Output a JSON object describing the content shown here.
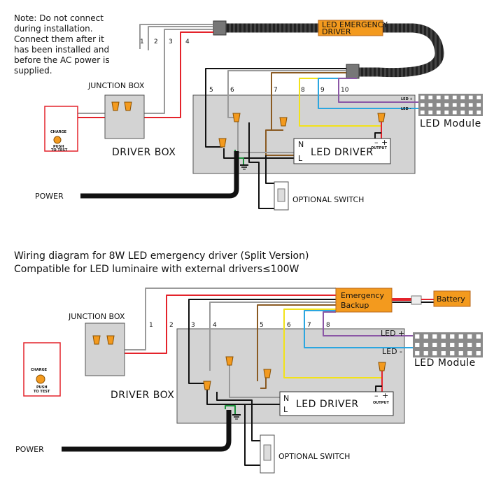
{
  "top": {
    "note": [
      "Note: Do not connect",
      "during installation.",
      "Connect them after it",
      "has been installed and",
      "before the AC power is",
      "supplied."
    ],
    "junction_box": "JUNCTION BOX",
    "driver_box": "DRIVER BOX",
    "led_driver": "LED DRIVER",
    "emergency": [
      "LED EMERGENCY",
      "DRIVER"
    ],
    "module": "LED  Module",
    "power": "POWER",
    "switch": "OPTIONAL SWITCH",
    "charge": "CHARGE",
    "push": [
      "PUSH",
      "TO TEST"
    ],
    "n": "N",
    "l": "L",
    "output": "OUTPUT",
    "plus": "+",
    "minus": "–",
    "led_plus": "LED +",
    "led_minus": "LED -",
    "wires": [
      "1",
      "2",
      "3",
      "4",
      "5",
      "6",
      "7",
      "8",
      "9",
      "10"
    ]
  },
  "caption": [
    "Wiring diagram for 8W LED emergency driver (Split Version)",
    "Compatible for LED luminaire with external drivers≤100W"
  ],
  "bottom": {
    "junction_box": "JUNCTION BOX",
    "driver_box": "DRIVER BOX",
    "led_driver": "LED DRIVER",
    "emergency": [
      "Emergency",
      "Backup"
    ],
    "battery": "Battery",
    "module": "LED  Module",
    "power": "POWER",
    "switch": "OPTIONAL SWITCH",
    "charge": "CHARGE",
    "push": [
      "PUSH",
      "TO TEST"
    ],
    "n": "N",
    "l": "L",
    "output": "OUTPUT",
    "plus": "+",
    "minus": "–",
    "led_plus": "LED +",
    "led_minus": "LED -",
    "wires": [
      "1",
      "2",
      "3",
      "4",
      "5",
      "6",
      "7",
      "8"
    ]
  },
  "colors": {
    "white_wire": "#9a9a9a",
    "red": "#e4232b",
    "black": "#111111",
    "brown": "#8a5a22",
    "yellow": "#f2e21a",
    "blue": "#2ba6e0",
    "purple": "#8b57a6",
    "orange": "#f39a1e",
    "box": "#d3d3d3",
    "green": "#1a8f3a"
  }
}
